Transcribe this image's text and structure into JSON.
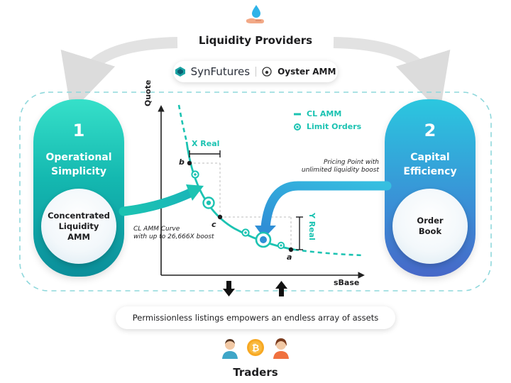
{
  "header": {
    "title": "Liquidity Providers"
  },
  "brands": {
    "synfutures": "SynFutures",
    "oyster": "Oyster AMM"
  },
  "left_card": {
    "number": "1",
    "title_line1": "Operational",
    "title_line2": "Simplicity",
    "circle_line1": "Concentrated",
    "circle_line2": "Liquidity",
    "circle_line3": "AMM"
  },
  "right_card": {
    "number": "2",
    "title_line1": "Capital",
    "title_line2": "Efficiency",
    "circle_line1": "Order",
    "circle_line2": "Book"
  },
  "chart": {
    "y_axis_label": "Quote",
    "x_axis_label": "sBase",
    "legend_cl": "CL AMM",
    "legend_lo": "Limit Orders",
    "x_real": "X Real",
    "y_real": "Y Real",
    "point_b": "b",
    "point_c": "c",
    "point_a": "a",
    "curve_note_line1": "CL AMM Curve",
    "curve_note_line2": "with up to 26,666X boost",
    "pricing_note_line1": "Pricing Point with",
    "pricing_note_line2": "unlimited liquidity boost",
    "curve_color": "#1cc3b2"
  },
  "footer": {
    "pill": "Permissionless listings empowers an endless array of assets",
    "title": "Traders"
  },
  "icons": {
    "top": "hand-with-droplet-icon",
    "traders": [
      "trader-man-icon",
      "bitcoin-coin-icon",
      "trader-woman-icon"
    ]
  }
}
